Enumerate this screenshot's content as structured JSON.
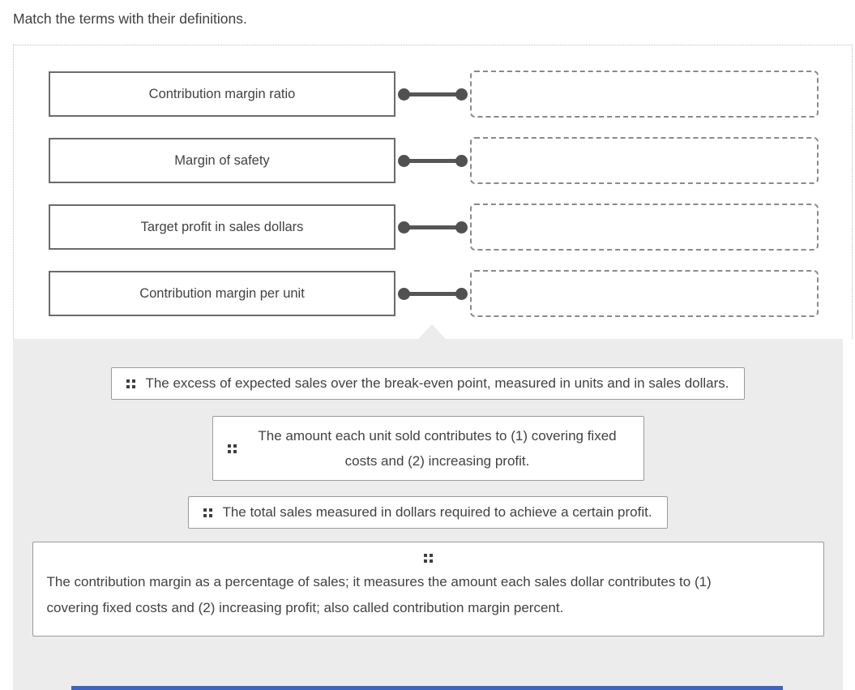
{
  "page": {
    "title": "Match the terms with their definitions."
  },
  "colors": {
    "tray_background": "#ececec",
    "term_box_border": "#6b6b6b",
    "drop_zone_border": "#8a8a8a",
    "connector": "#565656",
    "card_border": "#9b9b9b",
    "text": "#424242",
    "bottom_accent": "#3f63c2"
  },
  "icons": {
    "drag_handle": "drag-handle-icon (2x2 dot grip)"
  },
  "matching": {
    "terms": [
      {
        "label": "Contribution margin ratio"
      },
      {
        "label": "Margin of safety"
      },
      {
        "label": "Target profit in sales dollars"
      },
      {
        "label": "Contribution margin per unit"
      }
    ],
    "drop_zones": [
      {
        "value": ""
      },
      {
        "value": ""
      },
      {
        "value": ""
      },
      {
        "value": ""
      }
    ]
  },
  "choices": [
    {
      "text": "The excess of expected sales over the break-even point, measured in units and in sales dollars."
    },
    {
      "text": "The amount each unit sold contributes to (1) covering fixed costs and (2) increasing profit."
    },
    {
      "text": "The total sales measured in dollars required to achieve a certain profit."
    },
    {
      "text": "The contribution margin as a percentage of sales; it measures the amount each sales dollar contributes to (1) covering fixed costs and (2) increasing profit; also called contribution margin percent."
    }
  ]
}
